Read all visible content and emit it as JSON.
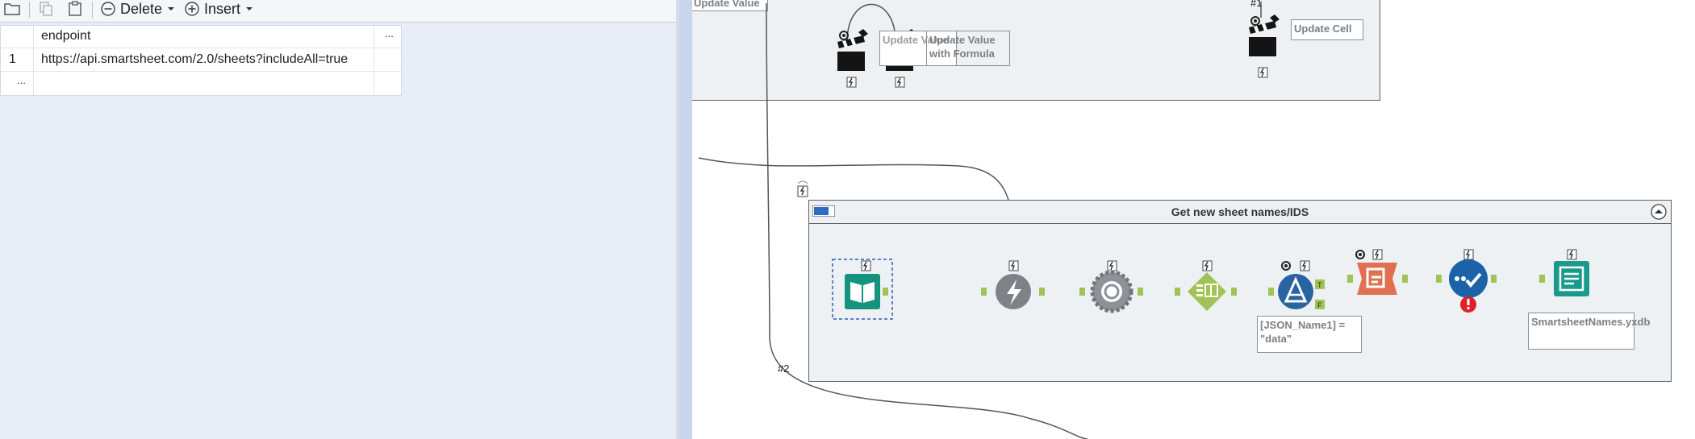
{
  "toolbar": {
    "delete_label": "Delete",
    "insert_label": "Insert"
  },
  "grid": {
    "column_header": "endpoint",
    "more_glyph": "...",
    "rows": [
      {
        "number": "1",
        "value": "https://api.smartsheet.com/2.0/sheets?includeAll=true"
      }
    ],
    "new_row_glyph": "..."
  },
  "canvas": {
    "top_container": {
      "annotations": {
        "update_value_top": "Update Value",
        "update_value_formula": "Update Value with Formula",
        "update_value_overlap": "Update Value",
        "update_cell": "Update Cell"
      },
      "connection_label": "#1"
    },
    "bottom_container": {
      "title": "Get new sheet names/IDS",
      "filter_expression": "[JSON_Name1] = \"data\"",
      "output_file": "SmartsheetNames.yxdb"
    },
    "connection_label_2": "#2",
    "colors": {
      "input_teal": "#15937d",
      "download_gray": "#7c8287",
      "parse_gray": "#8d9298",
      "text_to_columns_green": "#9fc455",
      "filter_blue": "#2a63a2",
      "select_red": "#e07050",
      "browse_blue": "#1b63a8",
      "output_teal": "#1a9a8c",
      "selected_wire": "#3b55c8"
    },
    "icons": {
      "input": "book-icon",
      "download": "lightning-icon",
      "json_parse": "gear-icon",
      "text_to_columns": "table-icon",
      "filter": "filter-triangle-icon",
      "select": "select-icon",
      "browse": "checkmark-icon",
      "output": "document-icon",
      "macro": "clapperboard-icon",
      "warning": "exclamation-icon"
    }
  }
}
